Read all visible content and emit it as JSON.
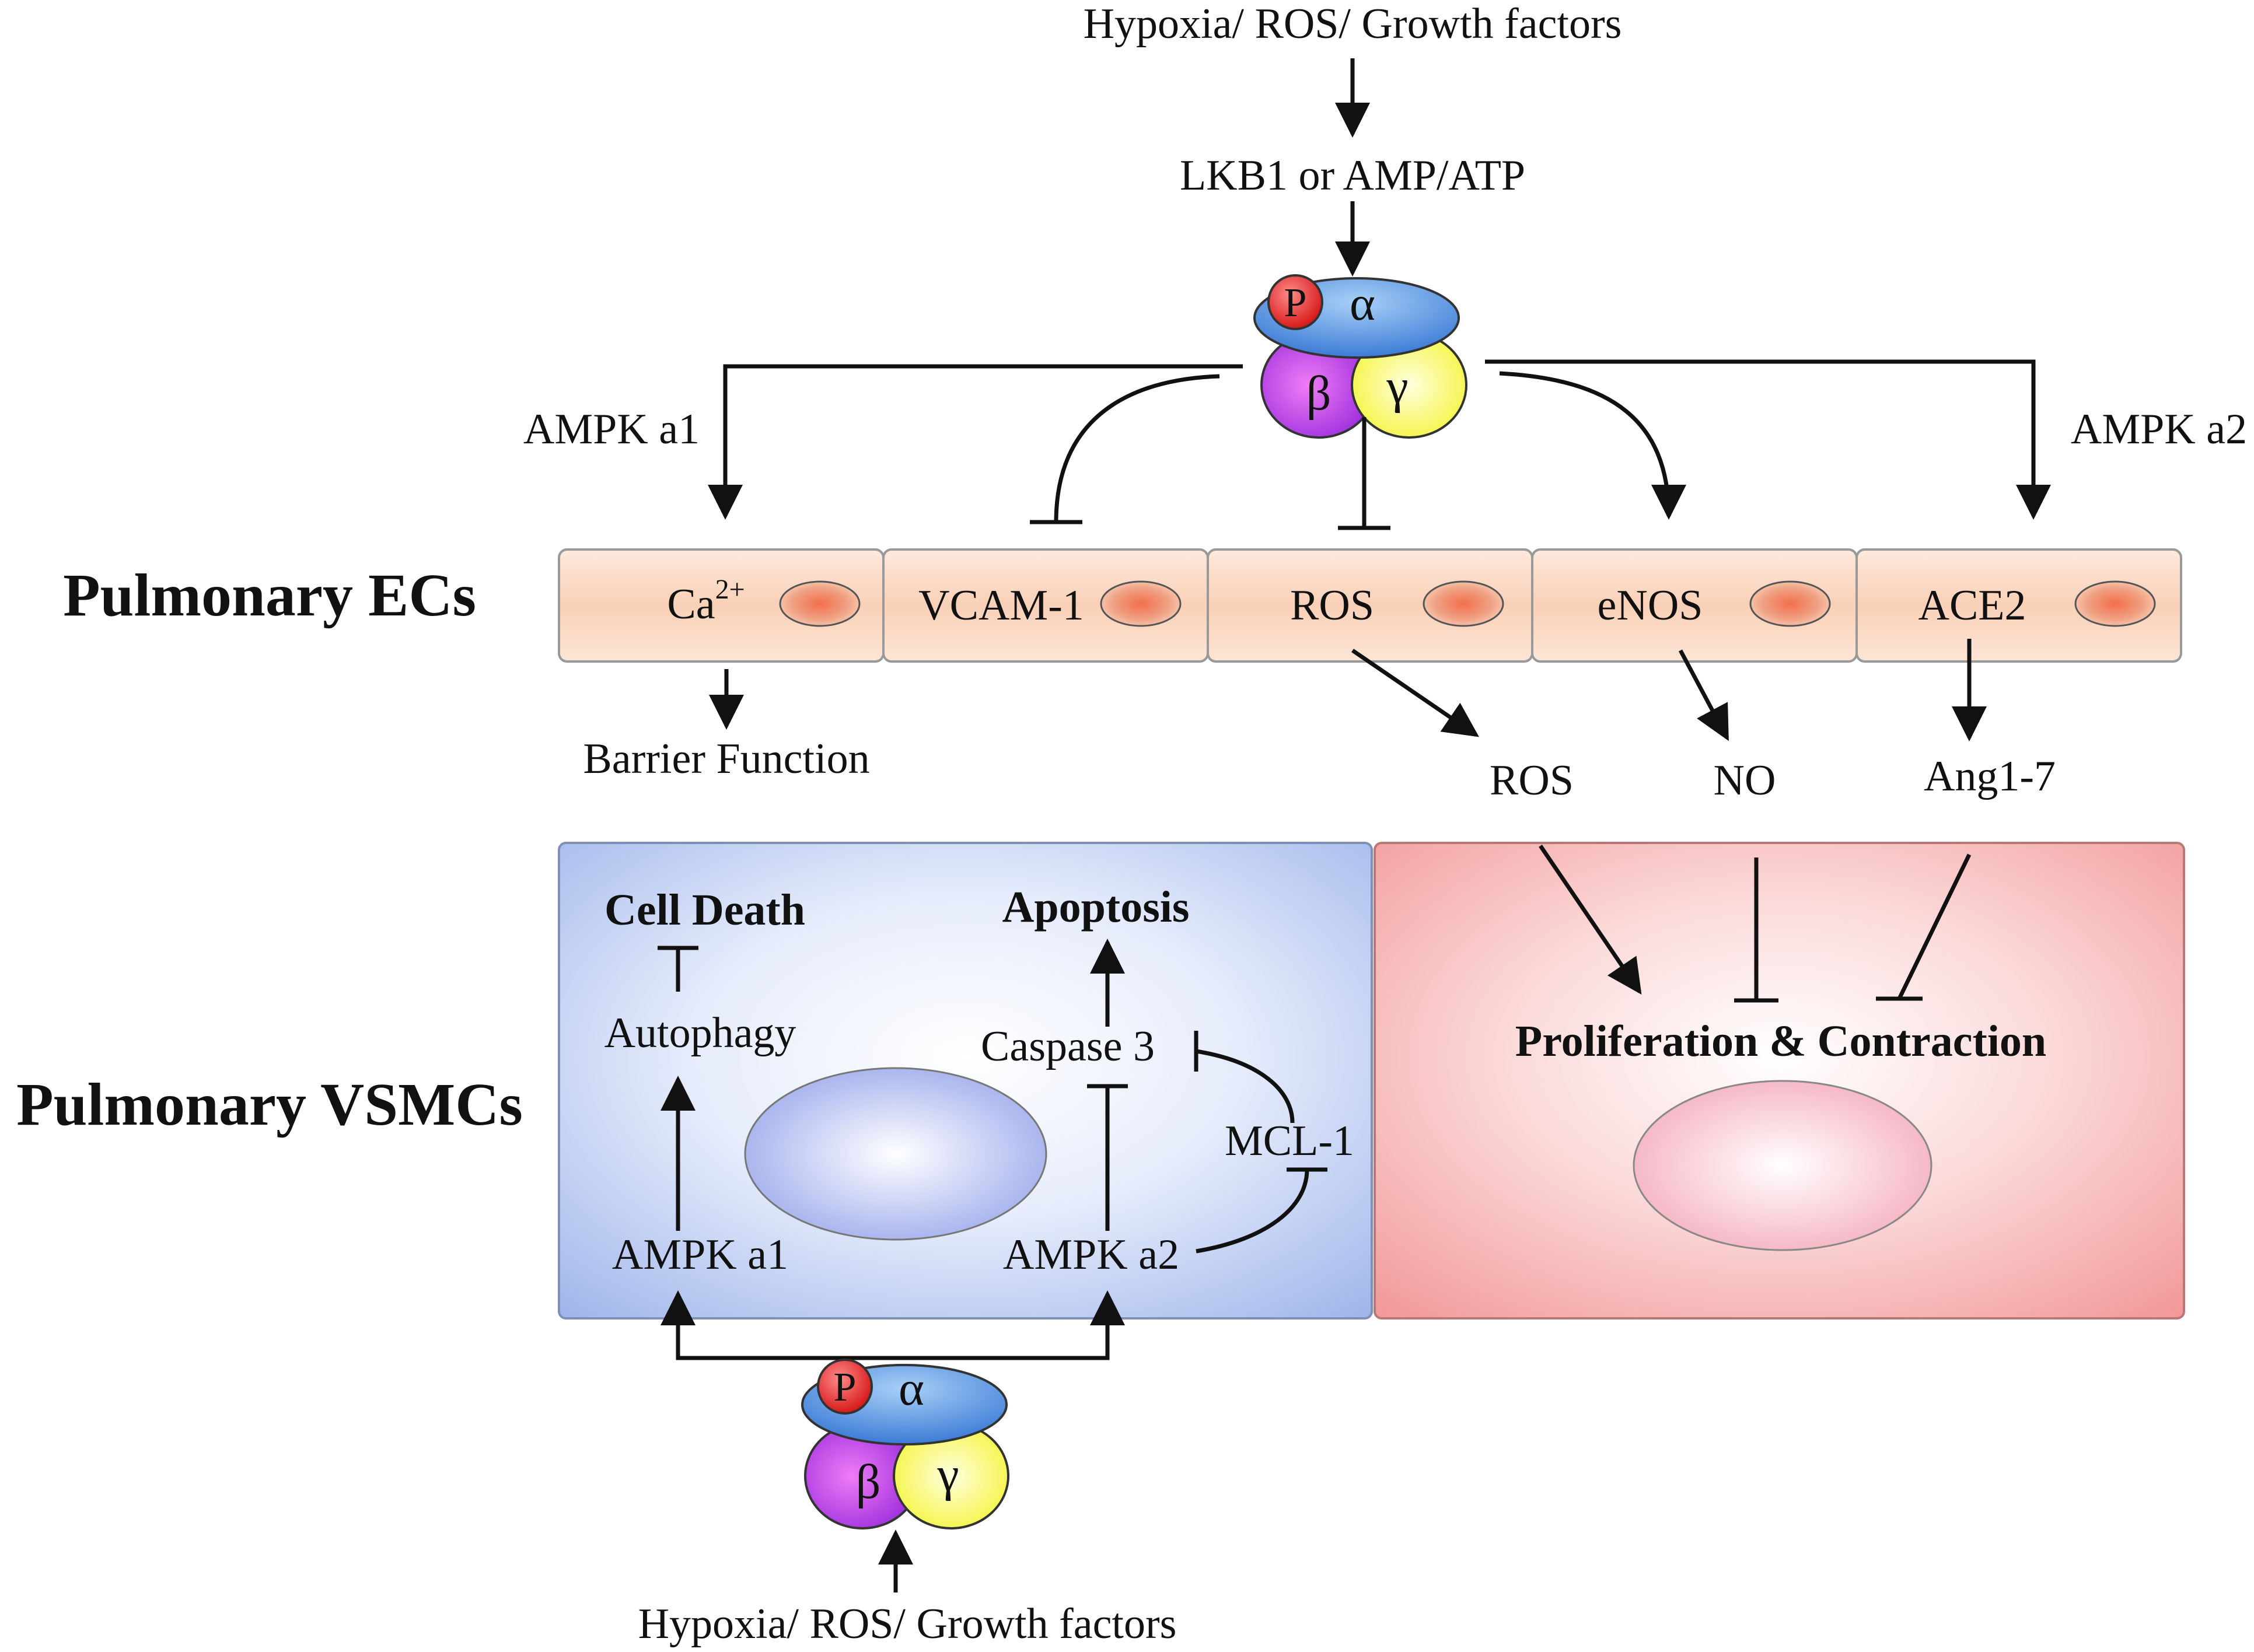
{
  "top": {
    "stimulus": "Hypoxia/ ROS/ Growth factors",
    "upstream": "LKB1 or AMP/ATP",
    "left_branch": "AMPK a1",
    "right_branch": "AMPK a2"
  },
  "ampk_complex": {
    "phospho": "P",
    "alpha": "α",
    "beta": "β",
    "gamma": "γ"
  },
  "sections": {
    "ecs": "Pulmonary ECs",
    "vsmcs": "Pulmonary VSMCs"
  },
  "ec_cells": [
    {
      "label": "Ca",
      "sup": "2+"
    },
    {
      "label": "VCAM-1"
    },
    {
      "label": "ROS"
    },
    {
      "label": "eNOS"
    },
    {
      "label": "ACE2"
    }
  ],
  "ec_outputs": {
    "barrier": "Barrier Function",
    "ros": "ROS",
    "no": "NO",
    "ang": "Ang1-7"
  },
  "vsmc_left": {
    "cell_death": "Cell Death",
    "apoptosis": "Apoptosis",
    "autophagy": "Autophagy",
    "caspase": "Caspase 3",
    "mcl": "MCL-1",
    "ampk_a1": "AMPK a1",
    "ampk_a2": "AMPK a2"
  },
  "vsmc_right": {
    "title": "Proliferation & Contraction"
  },
  "bottom": {
    "stimulus": "Hypoxia/ ROS/ Growth factors"
  },
  "colors": {
    "ec_cell": "#f9d2bb",
    "nucleus": "#ee8a65",
    "vsmc_blue": "#9fb5ea",
    "vsmc_red": "#f29a9a",
    "alpha": "#4a87dc",
    "beta": "#c23ee6",
    "gamma": "#f0f02a",
    "phospho": "#e32020"
  }
}
